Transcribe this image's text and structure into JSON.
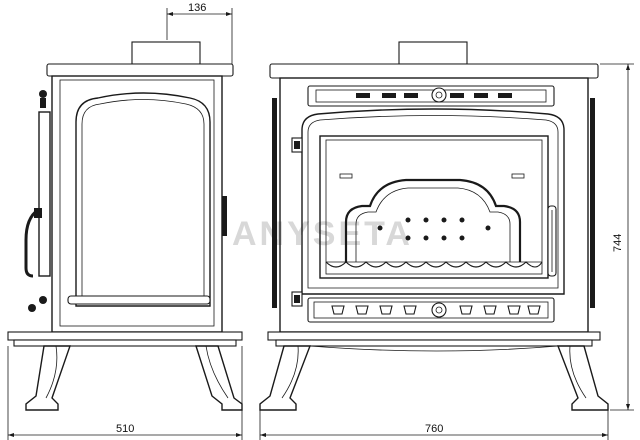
{
  "dimensions": {
    "flue_offset": "136",
    "height": "744",
    "depth": "510",
    "width": "760"
  },
  "watermark": {
    "text": "ANYSETA"
  },
  "colors": {
    "line": "#1a1a1a",
    "background": "#ffffff",
    "watermark": "#d8d8d8"
  }
}
